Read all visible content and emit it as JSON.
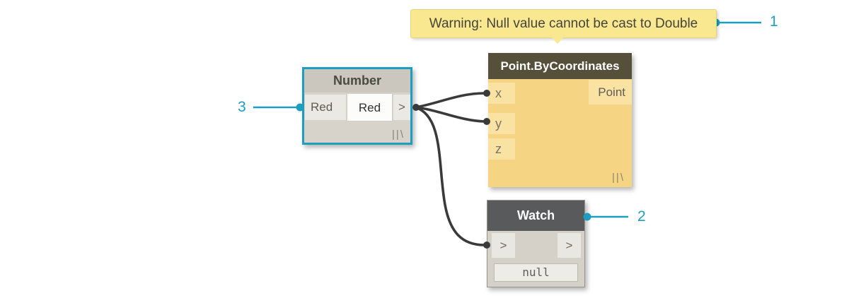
{
  "tooltip": {
    "text": "Warning: Null value cannot be cast to Double"
  },
  "callouts": [
    {
      "label": "1"
    },
    {
      "label": "2"
    },
    {
      "label": "3"
    }
  ],
  "nodes": {
    "number": {
      "title": "Number",
      "input_label": "Red",
      "value": "Red",
      "output_label": ">",
      "lacing": "||\\"
    },
    "point": {
      "title": "Point.ByCoordinates",
      "inputs": [
        "x",
        "y",
        "z"
      ],
      "output": "Point",
      "lacing": "||\\"
    },
    "watch": {
      "title": "Watch",
      "input_label": ">",
      "output_label": ">",
      "value": "null"
    }
  },
  "colors": {
    "accent_teal": "#1d9dc0",
    "selected_border": "#1f9dbe",
    "wire": "#3a3a3a",
    "warning_bg": "#f9e88f",
    "warning_node_body": "#f5d584",
    "warning_node_port": "#f9e2a2",
    "olive_header": "#564f3a",
    "dark_header": "#595a5b",
    "gray_node_body": "#d5d1c9"
  }
}
